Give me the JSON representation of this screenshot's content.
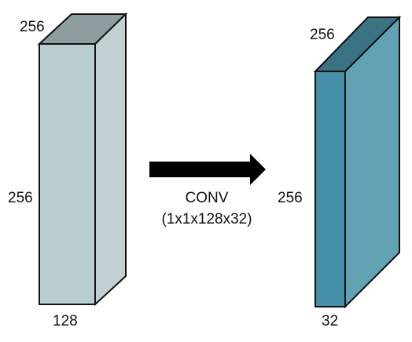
{
  "input_tensor": {
    "top_dim": "256",
    "height_dim": "256",
    "depth_dim": "128",
    "colors": {
      "front": "#b9ccd0",
      "side": "#c2d0d4",
      "top": "#8e9da0",
      "stroke": "#111111"
    }
  },
  "output_tensor": {
    "top_dim": "256",
    "height_dim": "256",
    "depth_dim": "32",
    "colors": {
      "front": "#4590a8",
      "side": "#62a2b3",
      "top": "#3b7284",
      "stroke": "#111111"
    }
  },
  "operation": {
    "name": "CONV",
    "kernel": "(1x1x128x32)",
    "arrow_color": "#000000"
  }
}
